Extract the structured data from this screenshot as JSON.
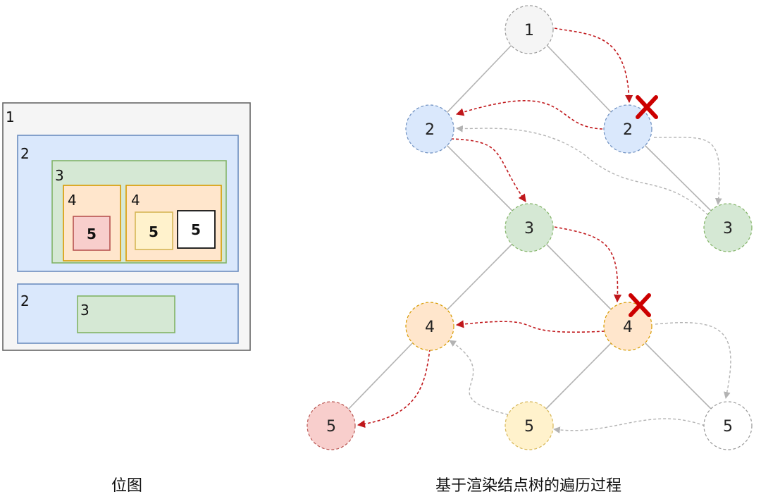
{
  "bitmap": {
    "caption": "位图",
    "colors": {
      "gray": "#f5f5f5",
      "blue": "#dae8fc",
      "green": "#d5e8d4",
      "orange": "#ffe6cc",
      "red": "#f8cecc",
      "yellow": "#fff2cc",
      "white": "#ffffff"
    },
    "labels": {
      "l1": "1",
      "l2a": "2",
      "l3a": "3",
      "l4a": "4",
      "l5a": "5",
      "l4b": "4",
      "l5b": "5",
      "l5c": "5",
      "l2b": "2",
      "l3b": "3"
    }
  },
  "tree": {
    "caption": "基于渲染结点树的遍历过程",
    "colors": {
      "node_gray": "#f5f5f5",
      "node_blue": "#dae8fc",
      "node_green": "#d5e8d4",
      "node_orange": "#ffe6cc",
      "node_red": "#f8cecc",
      "node_yellow": "#fff2cc",
      "node_white": "#ffffff",
      "cross": "#cc0000",
      "red_path": "#c0171b",
      "gray_path": "#b3b3b3"
    },
    "nodes": {
      "n1": "1",
      "n2a": "2",
      "n2b": "2",
      "n3a": "3",
      "n3b": "3",
      "n4a": "4",
      "n4b": "4",
      "n5a": "5",
      "n5b": "5",
      "n5c": "5"
    }
  }
}
